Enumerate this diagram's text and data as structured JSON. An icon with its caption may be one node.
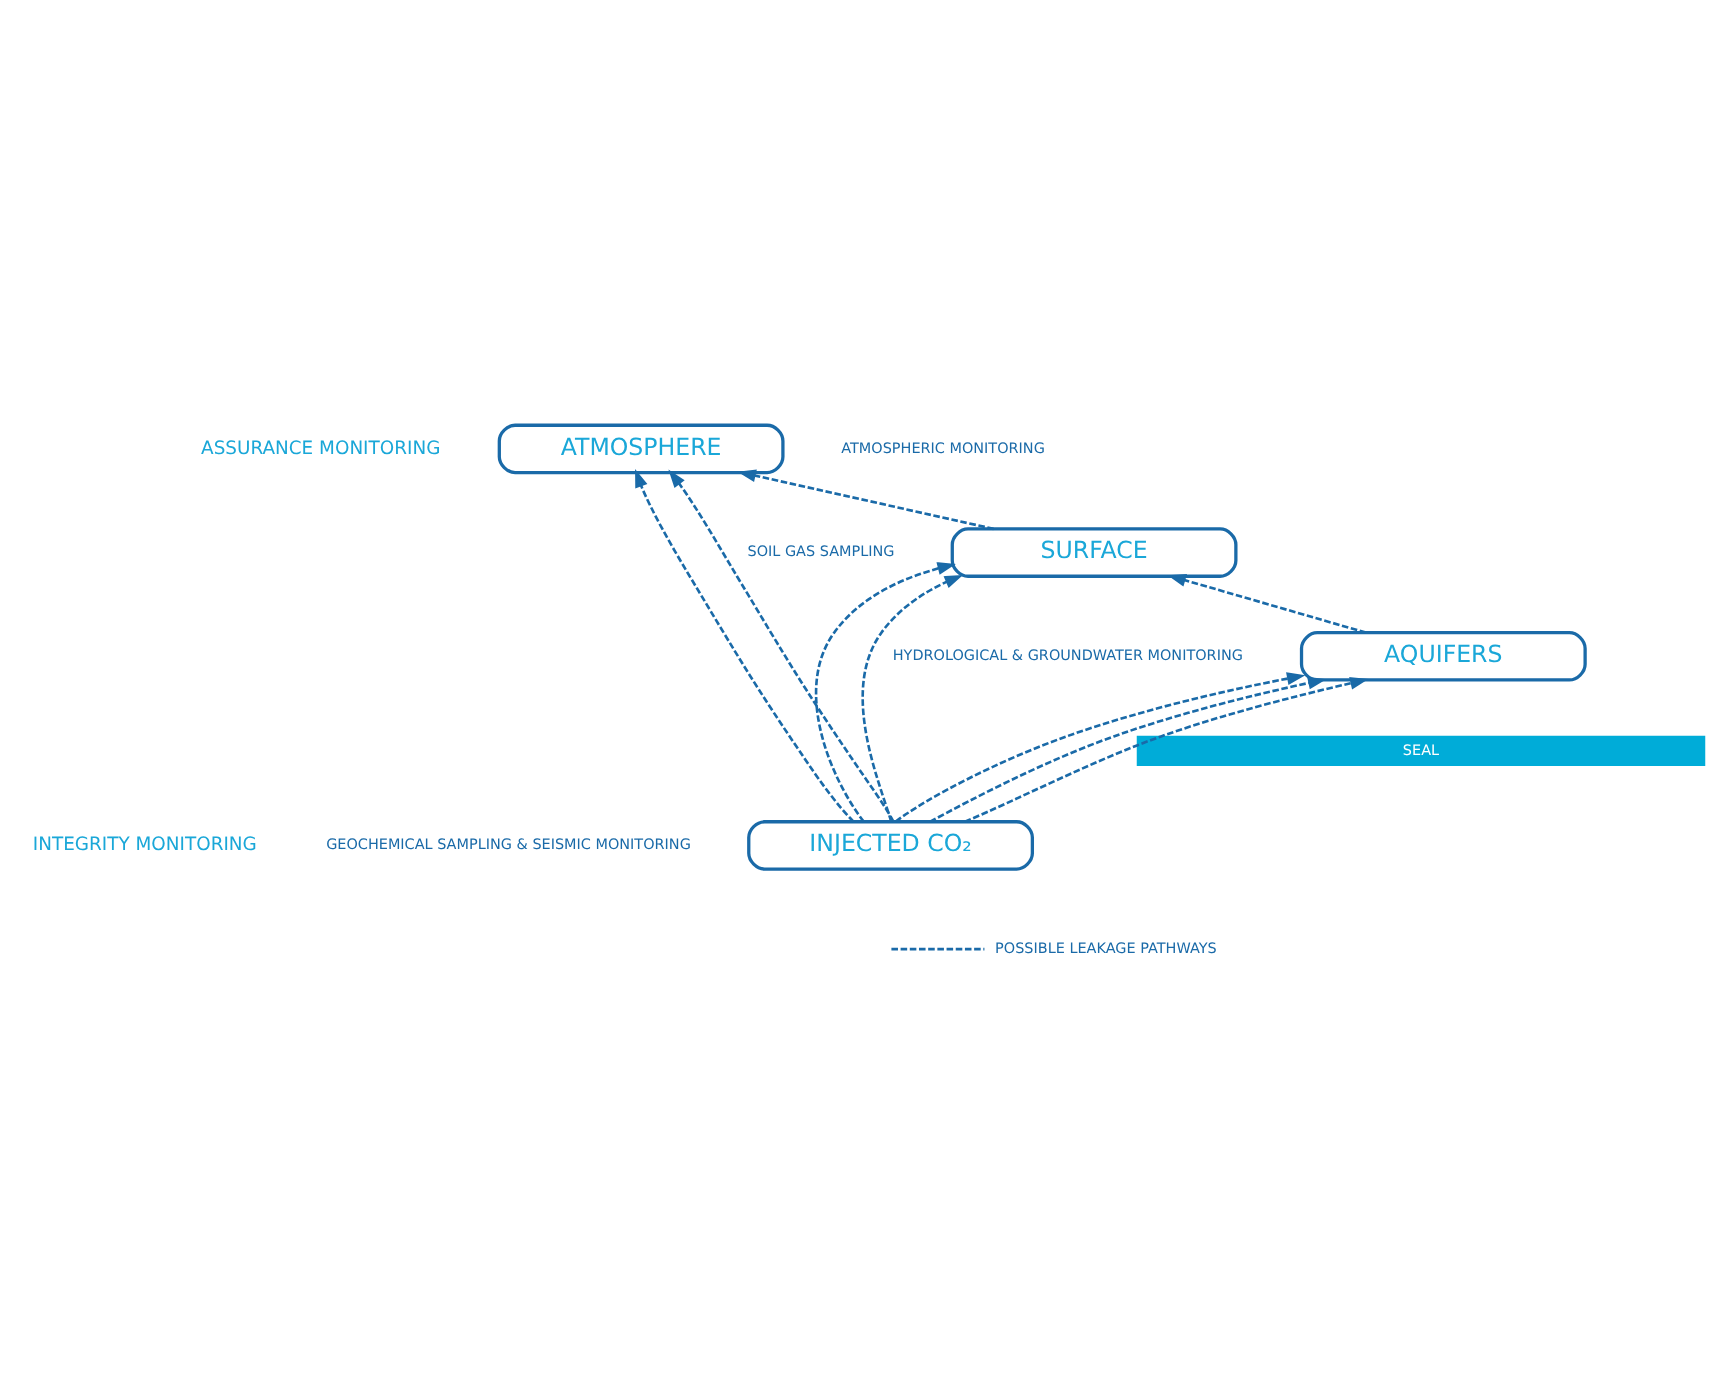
{
  "diagram": {
    "nodes": [
      {
        "text": [
          "ATMOSPHERE"
        ]
      },
      {
        "text": [
          "SURFACE"
        ]
      },
      {
        "text": [
          "AQUIFERS"
        ]
      },
      {
        "text": [
          "SEAL"
        ]
      },
      {
        "text": [
          "INJECTED CO₂"
        ]
      }
    ],
    "edges": [
      {
        "from": 4,
        "to": 0,
        "arrow": "to",
        "style": "dashed"
      },
      {
        "from": 4,
        "to": 1,
        "arrow": "to",
        "style": "dashed"
      },
      {
        "from": 4,
        "to": 2,
        "arrow": "to",
        "style": "dashed"
      },
      {
        "from": 4,
        "to": 2,
        "arrow": "to",
        "style": "dashed"
      },
      {
        "from": 4,
        "to": 2,
        "arrow": "to",
        "style": "dashed"
      },
      {
        "from": 4,
        "to": 1,
        "arrow": "to",
        "style": "dashed"
      },
      {
        "from": 4,
        "to": 0,
        "arrow": "to",
        "style": "dashed"
      },
      {
        "from": 2,
        "to": 1,
        "arrow": "to",
        "style": "dashed"
      },
      {
        "from": 1,
        "to": 0,
        "arrow": "to",
        "style": "dashed"
      }
    ],
    "labels": [
      "ATMOSPHERIC MONITORING",
      "ASSURANCE MONITORING",
      "SOIL GAS SAMPLING",
      "HYDROLOGICAL & GROUNDWATER MONITORING",
      "INTEGRITY MONITORING",
      "GEOCHEMICAL SAMPLING & SEISMIC MONITORING"
    ],
    "legend": [
      {
        "text": "POSSIBLE LEAKAGE PATHWAYS"
      }
    ]
  }
}
